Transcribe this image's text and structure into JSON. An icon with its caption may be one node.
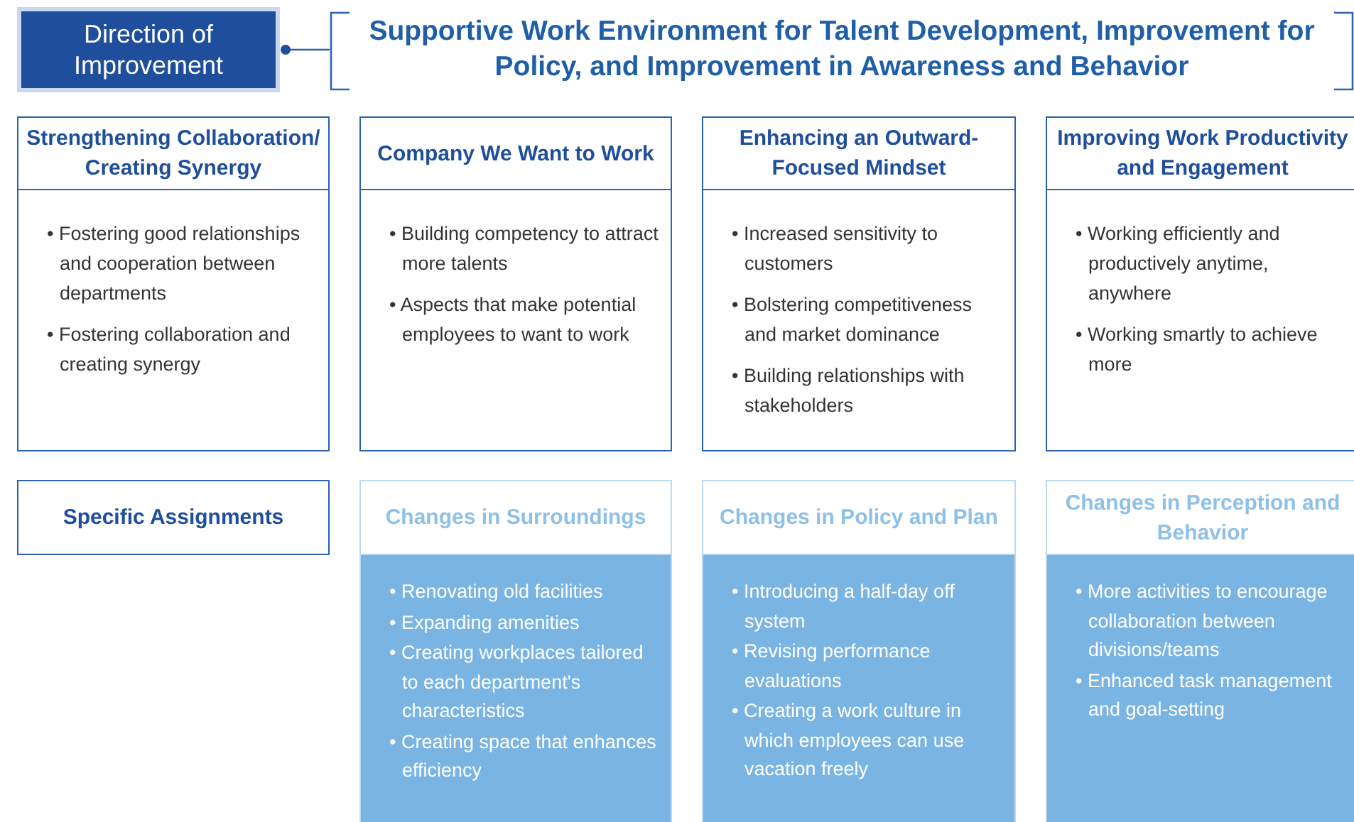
{
  "diagram": {
    "nodes": [
      {
        "text": [
          "Direction of Improvement"
        ]
      },
      {
        "text": [
          "Supportive Work Environment for Talent Development, Improvement for Policy, and Improvement in Awareness and Behavior"
        ]
      },
      {
        "text": [
          "Strengthening Collaboration/ Creating Synergy",
          "• Fostering good relationships and cooperation between departments",
          "• Fostering collaboration and creating synergy"
        ]
      },
      {
        "text": [
          "Company We Want to Work",
          "• Building competency to attract more talents",
          "• Aspects that make potential employees to want to work"
        ]
      },
      {
        "text": [
          "Enhancing an Outward-Focused Mindset",
          "• Increased sensitivity to customers",
          "• Bolstering competitiveness and market dominance",
          "• Building relationships with stakeholders"
        ]
      },
      {
        "text": [
          "Improving Work Productivity and Engagement",
          "• Working efficiently and productively anytime, anywhere",
          "• Working smartly to achieve more"
        ]
      },
      {
        "text": [
          "Specific Assignments"
        ]
      },
      {
        "text": [
          "Changes in Surroundings",
          "• Renovating old facilities",
          "• Expanding amenities",
          "• Creating workplaces tailored to each department's characteristics",
          "• Creating space that enhances efficiency"
        ]
      },
      {
        "text": [
          "Changes in Policy and Plan",
          "• Introducing a half-day off system",
          "• Revising performance evaluations",
          "• Creating a work culture in which employees can use vacation freely"
        ]
      },
      {
        "text": [
          "Changes in Perception and Behavior",
          "• More activities to encourage collaboration between divisions/teams",
          "• Enhanced task management and goal-setting"
        ]
      }
    ],
    "edges": [
      {
        "from": 0,
        "to": 1,
        "arrow": "other"
      }
    ]
  }
}
